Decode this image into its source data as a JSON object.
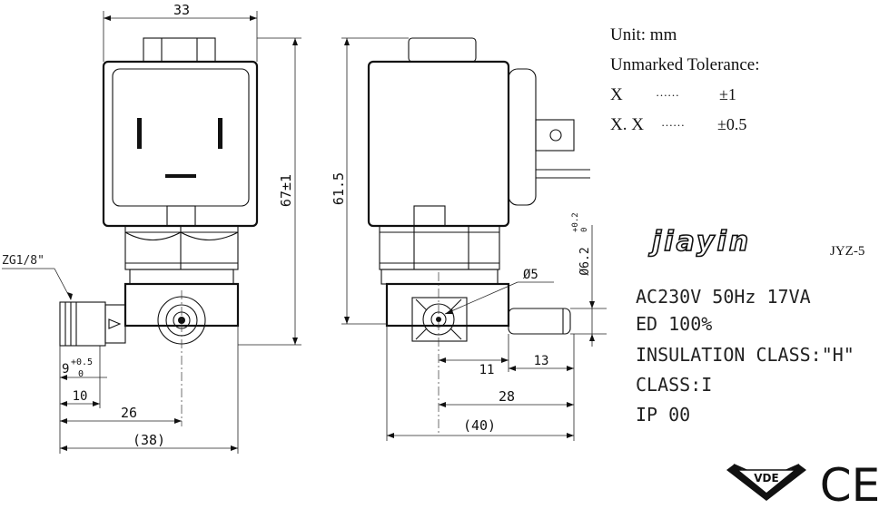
{
  "front_view": {
    "width_label": "33",
    "height_label": "67±1",
    "thread_label": "ZG1/8\"",
    "offset_label_main": "9",
    "offset_tol_upper": "+0.5",
    "offset_tol_lower": "0",
    "dim_10": "10",
    "dim_26": "26",
    "dim_38": "(38)"
  },
  "side_view": {
    "height_label": "61.5",
    "orifice_label": "Ø5",
    "tube_label_main": "Ø6.2",
    "tube_tol_upper": "+0.2",
    "tube_tol_lower": "0",
    "dim_11": "11",
    "dim_13": "13",
    "dim_28": "28",
    "dim_40": "(40)"
  },
  "notes": {
    "unit": "Unit: mm",
    "tolerance_title": "Unmarked Tolerance:",
    "tol_row1_key": "X",
    "tol_row1_dots": "……",
    "tol_row1_val": "±1",
    "tol_row2_key": "X. X",
    "tol_row2_dots": "……",
    "tol_row2_val": "±0.5"
  },
  "brand": {
    "logo_text": "jiayin",
    "model": "JYZ-5"
  },
  "specs": [
    "AC230V 50Hz 17VA",
    "ED 100%",
    "INSULATION CLASS:\"H\"",
    "CLASS:I",
    "IP 00"
  ],
  "certifications": {
    "vde": "VDE",
    "ce": "CE"
  }
}
